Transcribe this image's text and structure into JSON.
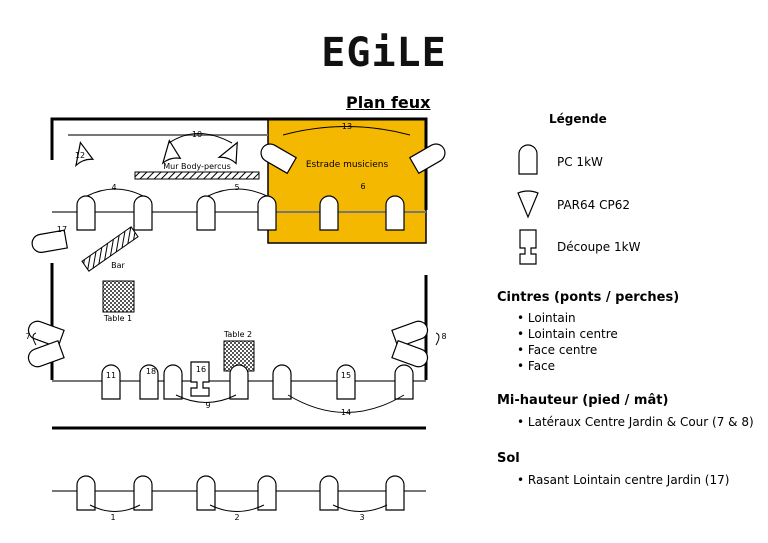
{
  "logo": "EGiLE",
  "plan_title": "Plan feux",
  "stage": {
    "estrade_label": "Estrade musiciens",
    "mur_label": "Mur Body-percus",
    "bar_label": "Bar",
    "table1_label": "Table 1",
    "table2_label": "Table 2"
  },
  "fixture_numbers": [
    "1",
    "2",
    "3",
    "4",
    "5",
    "6",
    "7",
    "8",
    "9",
    "10",
    "11",
    "12",
    "13",
    "14",
    "15",
    "16",
    "17",
    "18"
  ],
  "legend": {
    "title": "Légende",
    "items": [
      {
        "icon": "pc-icon",
        "label": "PC 1kW"
      },
      {
        "icon": "par64-icon",
        "label": "PAR64 CP62"
      },
      {
        "icon": "decoupe-icon",
        "label": "Découpe 1kW"
      }
    ]
  },
  "sections": [
    {
      "title": "Cintres (ponts / perches)",
      "items": [
        "Lointain",
        "Lointain centre",
        "Face centre",
        "Face"
      ]
    },
    {
      "title": "Mi-hauteur (pied / mât)",
      "items": [
        "Latéraux Centre Jardin & Cour (7 & 8)"
      ]
    },
    {
      "title": "Sol",
      "items": [
        "Rasant Lointain centre Jardin (17)"
      ]
    }
  ],
  "colors": {
    "estrade": "#f5b800",
    "hatch": "#000000"
  }
}
